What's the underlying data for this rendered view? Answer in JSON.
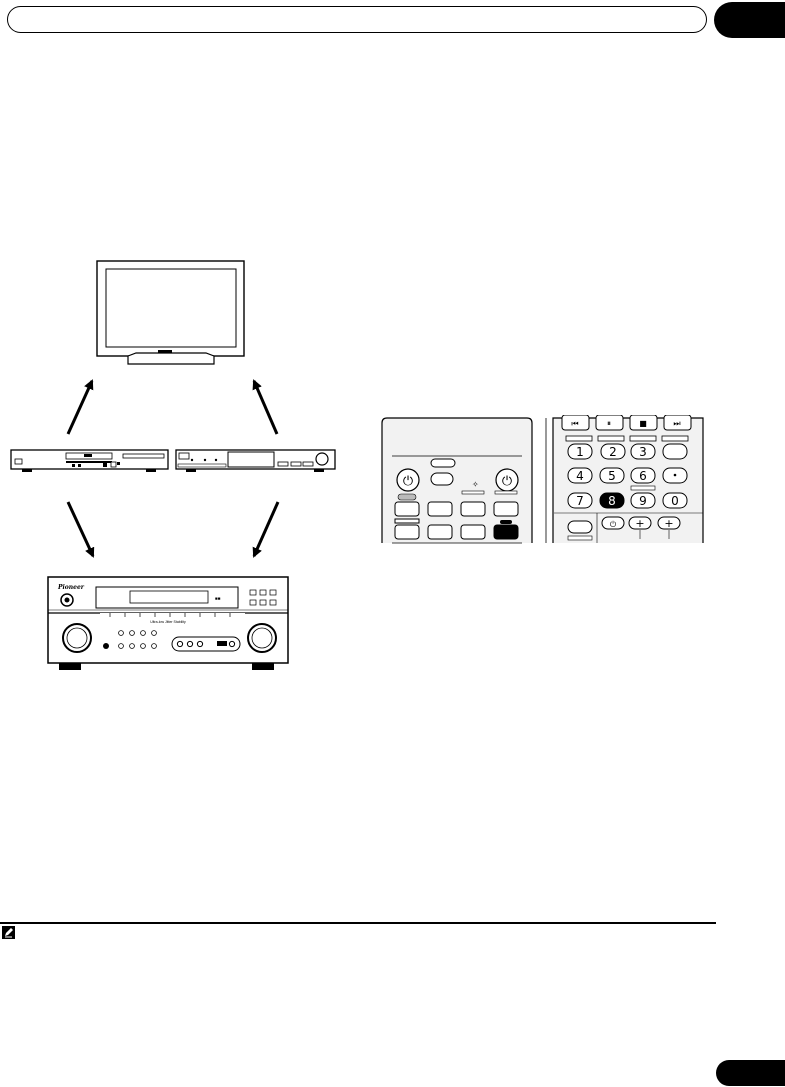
{
  "header": {
    "title": "",
    "chapter_number": ""
  },
  "figure_connections": {
    "devices": [
      "tv",
      "bd-player",
      "tuner",
      "av-receiver"
    ],
    "receiver_brand_mark": "Pioneer",
    "receiver_feature_text": "Ultra-low Jitter Stability"
  },
  "figure_remote": {
    "numeric_keys": [
      "1",
      "2",
      "3",
      "4",
      "5",
      "6",
      "7",
      "8",
      "9",
      "0"
    ],
    "highlighted_key": "8"
  },
  "footnote": {
    "icon": "note-icon",
    "text": ""
  },
  "footer": {
    "page_number": ""
  },
  "colors": {
    "ink": "#000000",
    "paper": "#ffffff",
    "panel_gray": "#f2f2f2"
  }
}
